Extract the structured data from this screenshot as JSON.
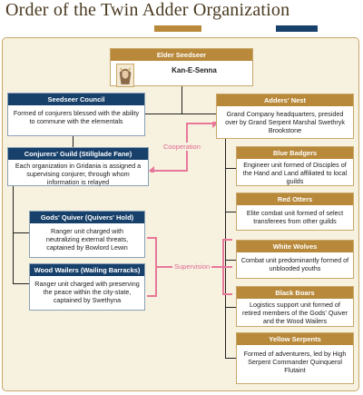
{
  "title": "Order of the Twin Adder Organization",
  "colors": {
    "gold": "#b8893a",
    "blue": "#17406b",
    "link": "#e8789a"
  },
  "elder": {
    "header": "Elder Seedseer",
    "name": "Kan-E-Senna"
  },
  "council": {
    "header": "Seedseer Council",
    "desc": "Formed of conjurers blessed with the ability to commune with the elementals"
  },
  "guild": {
    "header": "Conjurers' Guild (Stillglade Fane)",
    "desc": "Each organization in Gridania is assigned a supervising conjurer, through whom information is relayed"
  },
  "quivers": {
    "header": "Gods' Quiver (Quivers' Hold)",
    "desc": "Ranger unit charged with neutralizing external threats, captained by Bowlord Lewin"
  },
  "wailers": {
    "header": "Wood Wailers (Wailing Barracks)",
    "desc": "Ranger unit charged with preserving the peace within the city-state, captained by Swethyna"
  },
  "nest": {
    "header": "Adders' Nest",
    "desc": "Grand Company headquarters, presided over by Grand Serpent Marshal Swethryk Brookstone"
  },
  "badgers": {
    "header": "Blue Badgers",
    "desc": "Engineer unit formed of Disciples of the Hand and Land affiliated to local guilds"
  },
  "otters": {
    "header": "Red Otters",
    "desc": "Elite combat unit formed of select transferees from other guilds"
  },
  "wolves": {
    "header": "White Wolves",
    "desc": "Combat unit predominantly formed of unblooded youths"
  },
  "boars": {
    "header": "Black Boars",
    "desc": "Logistics support unit formed of retired members of the Gods' Quiver and the Wood Wailers"
  },
  "serpents": {
    "header": "Yellow Serpents",
    "desc": "Formed of adventurers, led by High Serpent Commander Quinquerol Flutaint"
  },
  "links": {
    "cooperation": "Cooperation",
    "supervision": "Supervision"
  }
}
